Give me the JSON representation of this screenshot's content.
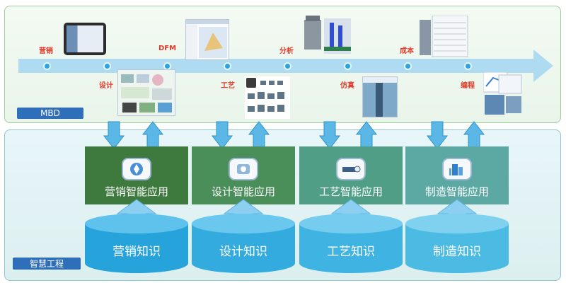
{
  "mbd": {
    "tag": "MBD",
    "stages_top": [
      "营销",
      "DFM",
      "分析",
      "成本"
    ],
    "stages_bottom": [
      "设计",
      "工艺",
      "仿真",
      "编程"
    ]
  },
  "wisdom": {
    "tag": "智慧工程",
    "applications": [
      "营销智能应用",
      "设计智能应用",
      "工艺智能应用",
      "制造智能应用"
    ],
    "knowledge": [
      "营销知识",
      "设计知识",
      "工艺知识",
      "制造知识"
    ]
  },
  "colors": {
    "app_boxes": [
      "#3e7a3d",
      "#4a8e59",
      "#4f9e85",
      "#5ca9a4"
    ],
    "cylinders": [
      "#27a3dc",
      "#33abdf",
      "#3fb3e1",
      "#4bbbe3"
    ],
    "timeline_arrow": "#a7d7f2",
    "label_red": "#e23a2a",
    "tag_blue": "#2f6fba"
  }
}
